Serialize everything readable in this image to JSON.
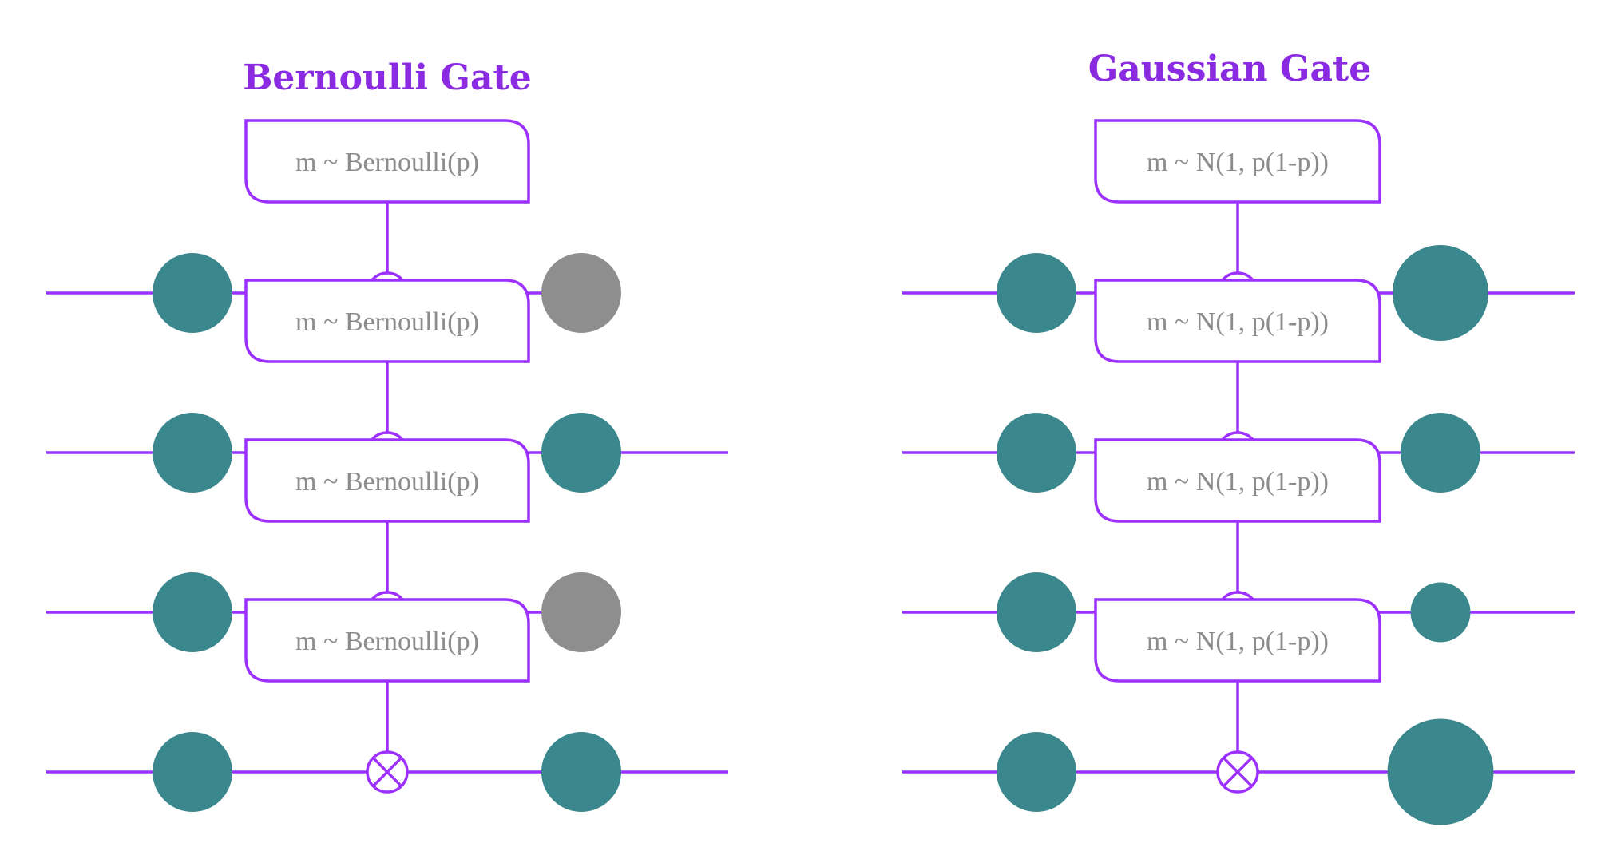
{
  "panels": [
    {
      "title": "Bernoulli Gate",
      "rows": [
        {
          "label": "m ~ Bernoulli(p)",
          "output": {
            "state": "dropped",
            "color": "#8e8e8e"
          },
          "wire_continues": false
        },
        {
          "label": "m ~ Bernoulli(p)",
          "output": {
            "state": "kept",
            "color": "#3a878d"
          },
          "wire_continues": true
        },
        {
          "label": "m ~ Bernoulli(p)",
          "output": {
            "state": "dropped",
            "color": "#8e8e8e"
          },
          "wire_continues": false
        },
        {
          "label": "m ~ Bernoulli(p)",
          "output": {
            "state": "kept",
            "color": "#3a878d"
          },
          "wire_continues": true
        }
      ]
    },
    {
      "title": "Gaussian Gate",
      "rows": [
        {
          "label": "m ~ N(1,  p(1-p))",
          "output": {
            "state": "scaled",
            "relative_size": 1.2,
            "color": "#3a878d"
          },
          "wire_continues": true
        },
        {
          "label": "m ~ N(1,  p(1-p))",
          "output": {
            "state": "scaled",
            "relative_size": 1.0,
            "color": "#3a878d"
          },
          "wire_continues": true
        },
        {
          "label": "m ~ N(1,  p(1-p))",
          "output": {
            "state": "scaled",
            "relative_size": 0.75,
            "color": "#3a878d"
          },
          "wire_continues": true
        },
        {
          "label": "m ~ N(1,  p(1-p))",
          "output": {
            "state": "scaled",
            "relative_size": 1.33,
            "color": "#3a878d"
          },
          "wire_continues": true
        }
      ]
    }
  ],
  "colors": {
    "accent": "#9b30ff",
    "title": "#8a2be2",
    "unit": "#3a878d",
    "dropped_unit": "#8e8e8e",
    "label_text": "#8c8c8c"
  },
  "icons": {
    "multiply": "circled-times-icon"
  }
}
